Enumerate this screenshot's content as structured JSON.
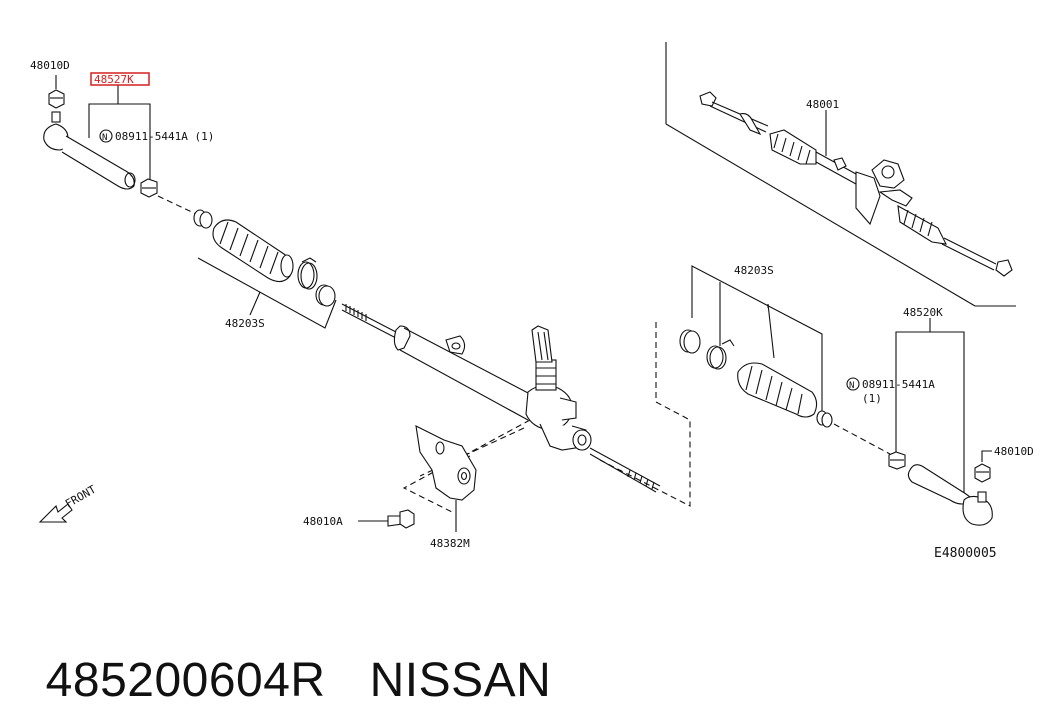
{
  "labels": {
    "nut_left": "48010D",
    "tie_rod_left": "48527K",
    "note_left": "08911-5441A (1)",
    "boot_left": "48203S",
    "gear_assy": "48001",
    "boot_right": "48203S",
    "tie_rod_right": "48520K",
    "note_right_a": "08911-5441A",
    "note_right_b": "(1)",
    "nut_right": "48010D",
    "bolt": "48010A",
    "bracket": "48382M",
    "front": "FRONT",
    "diagram_code": "E4800005",
    "n_symbol": "N"
  },
  "highlight_color": "#d42020",
  "footer": {
    "part_number": "485200604R",
    "brand": "NISSAN"
  }
}
